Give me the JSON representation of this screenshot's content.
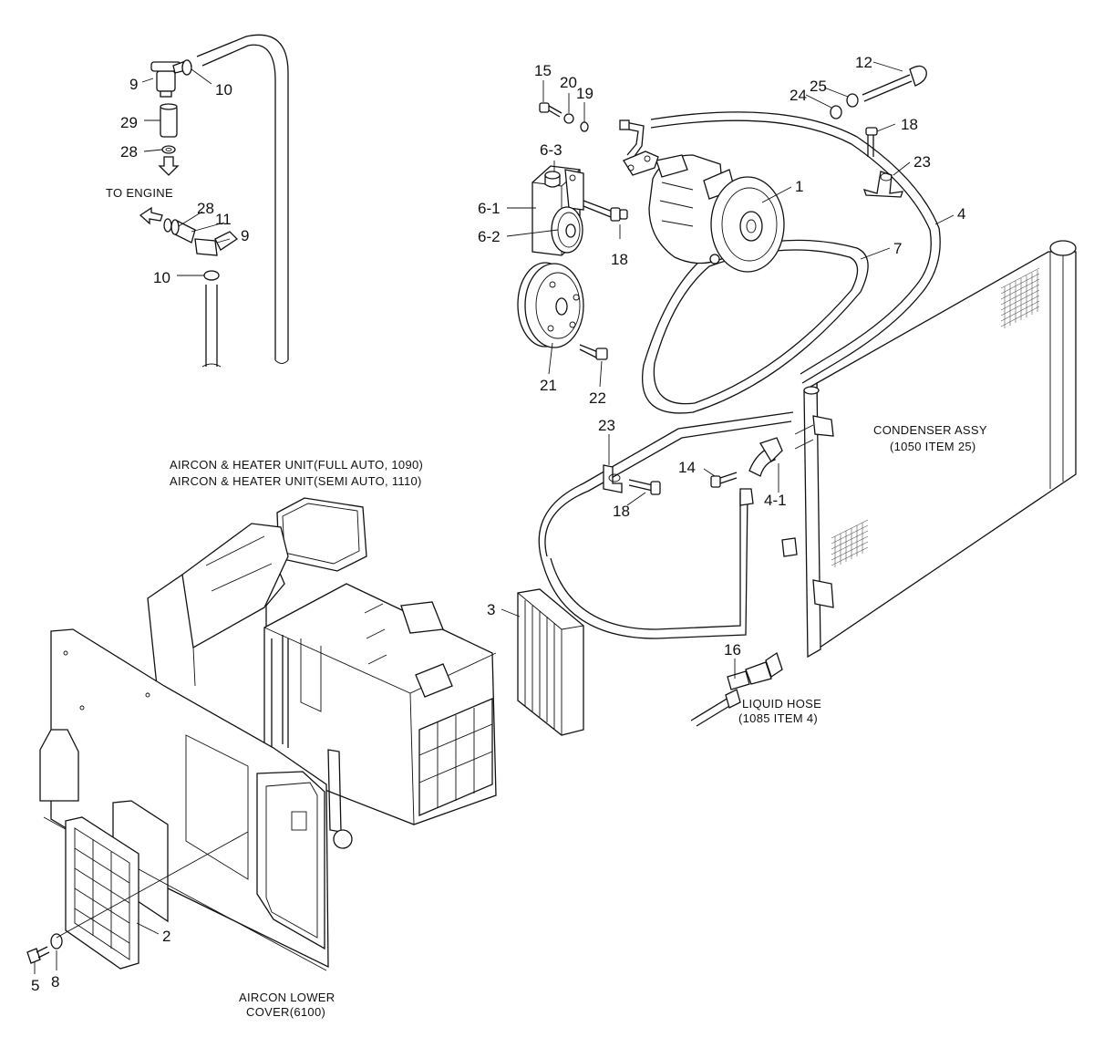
{
  "labels": {
    "l9a": "9",
    "l10a": "10",
    "l29": "29",
    "l28a": "28",
    "to_engine": "TO ENGINE",
    "l28b": "28",
    "l11": "11",
    "l9b": "9",
    "l10b": "10",
    "l15": "15",
    "l20": "20",
    "l19": "19",
    "l6_3": "6-3",
    "l6_1": "6-1",
    "l6_2": "6-2",
    "l18a": "18",
    "l21": "21",
    "l22": "22",
    "l12": "12",
    "l25": "25",
    "l24": "24",
    "l18b": "18",
    "l23a": "23",
    "l1": "1",
    "l4": "4",
    "l7": "7",
    "condenser_1": "CONDENSER ASSY",
    "condenser_2": "(1050 ITEM 25)",
    "l23b": "23",
    "l18c": "18",
    "l14": "14",
    "l4_1": "4-1",
    "aircon_full": "AIRCON & HEATER UNIT(FULL AUTO, 1090)",
    "aircon_semi": "AIRCON & HEATER UNIT(SEMI AUTO, 1110)",
    "l3": "3",
    "l16": "16",
    "liquid_1": "LIQUID HOSE",
    "liquid_2": "(1085 ITEM 4)",
    "l2": "2",
    "l5": "5",
    "l8": "8",
    "lower_1": "AIRCON LOWER",
    "lower_2": "COVER(6100)"
  }
}
